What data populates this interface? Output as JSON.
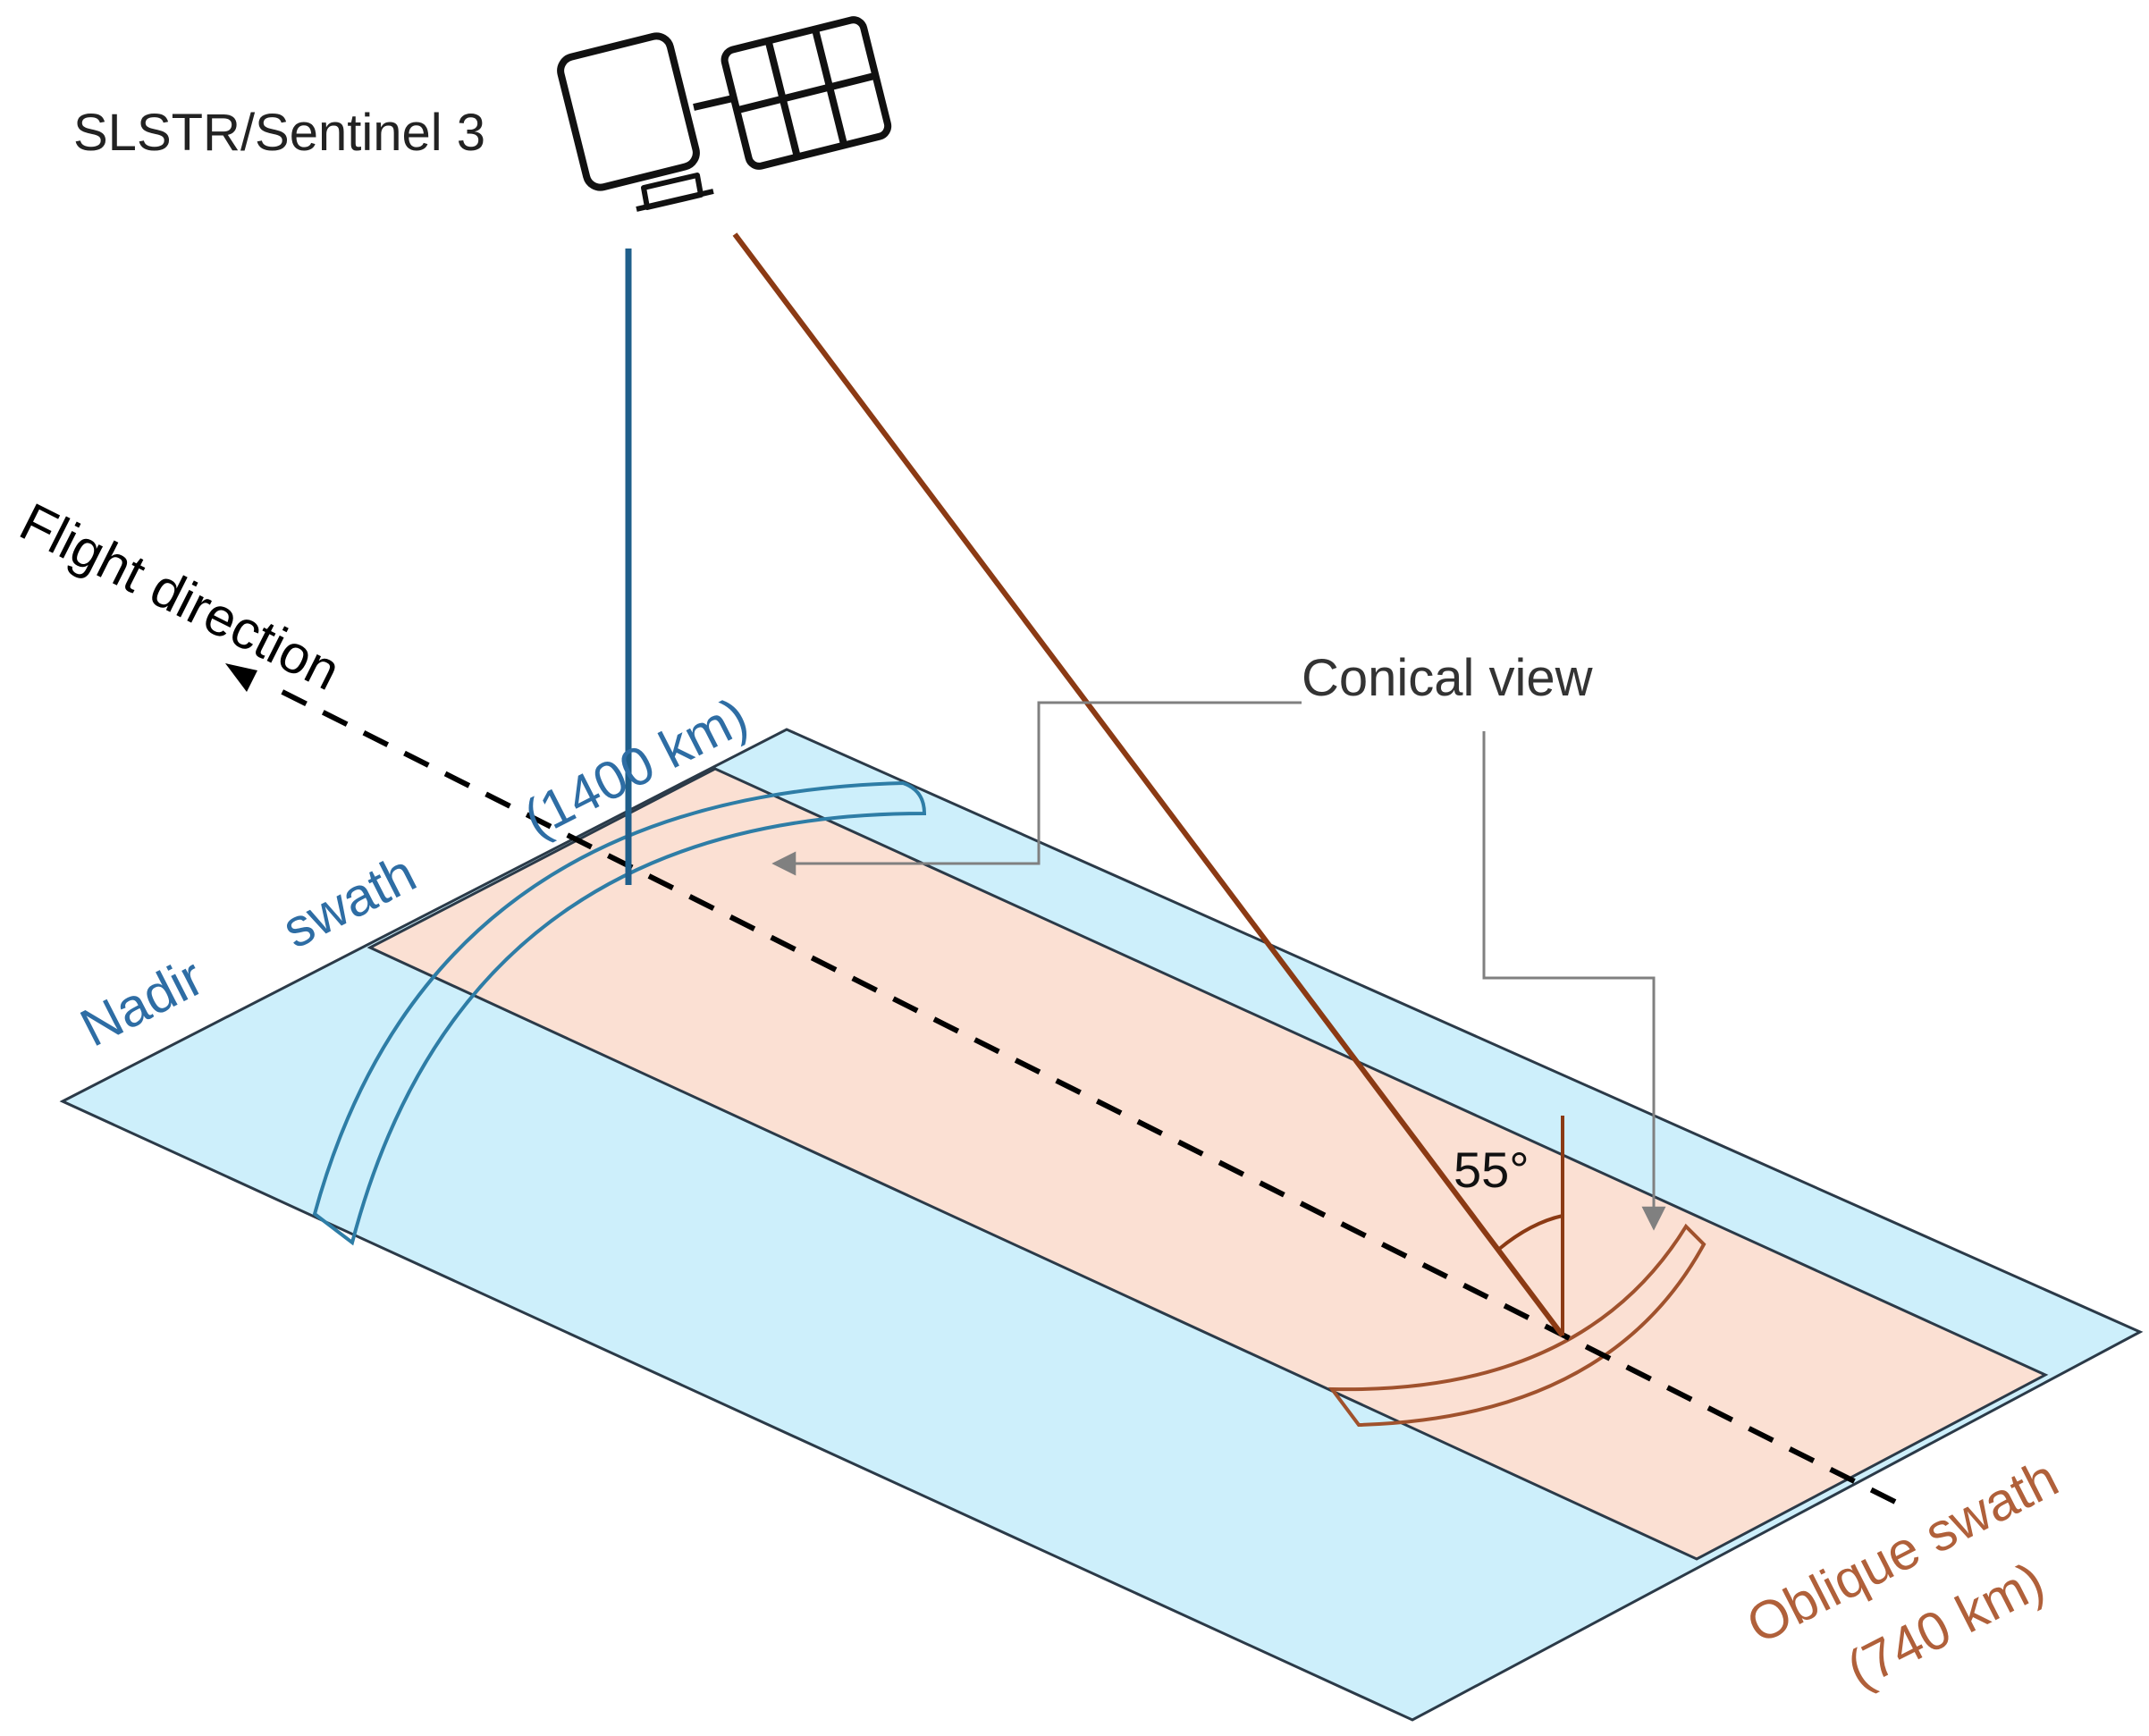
{
  "labels": {
    "satellite": "SLSTR/Sentinel 3",
    "flight_direction": "Flight direction",
    "conical_view": "Conical view",
    "angle": "55°",
    "nadir_word": "Nadir",
    "nadir_swath_word": "swath",
    "nadir_width": "(1400 km)",
    "oblique_swath": "Oblique swath",
    "oblique_width": "(740 km)"
  },
  "colors": {
    "nadir": "#2E6DA4",
    "nadir_line": "#1F5F8B",
    "oblique": "#A0522D",
    "oblique_text": "#B0603A",
    "ground_blue": "#CDEFFB",
    "ground_pink": "#FBE0D3",
    "callout": "#808080",
    "satellite": "#111111"
  }
}
